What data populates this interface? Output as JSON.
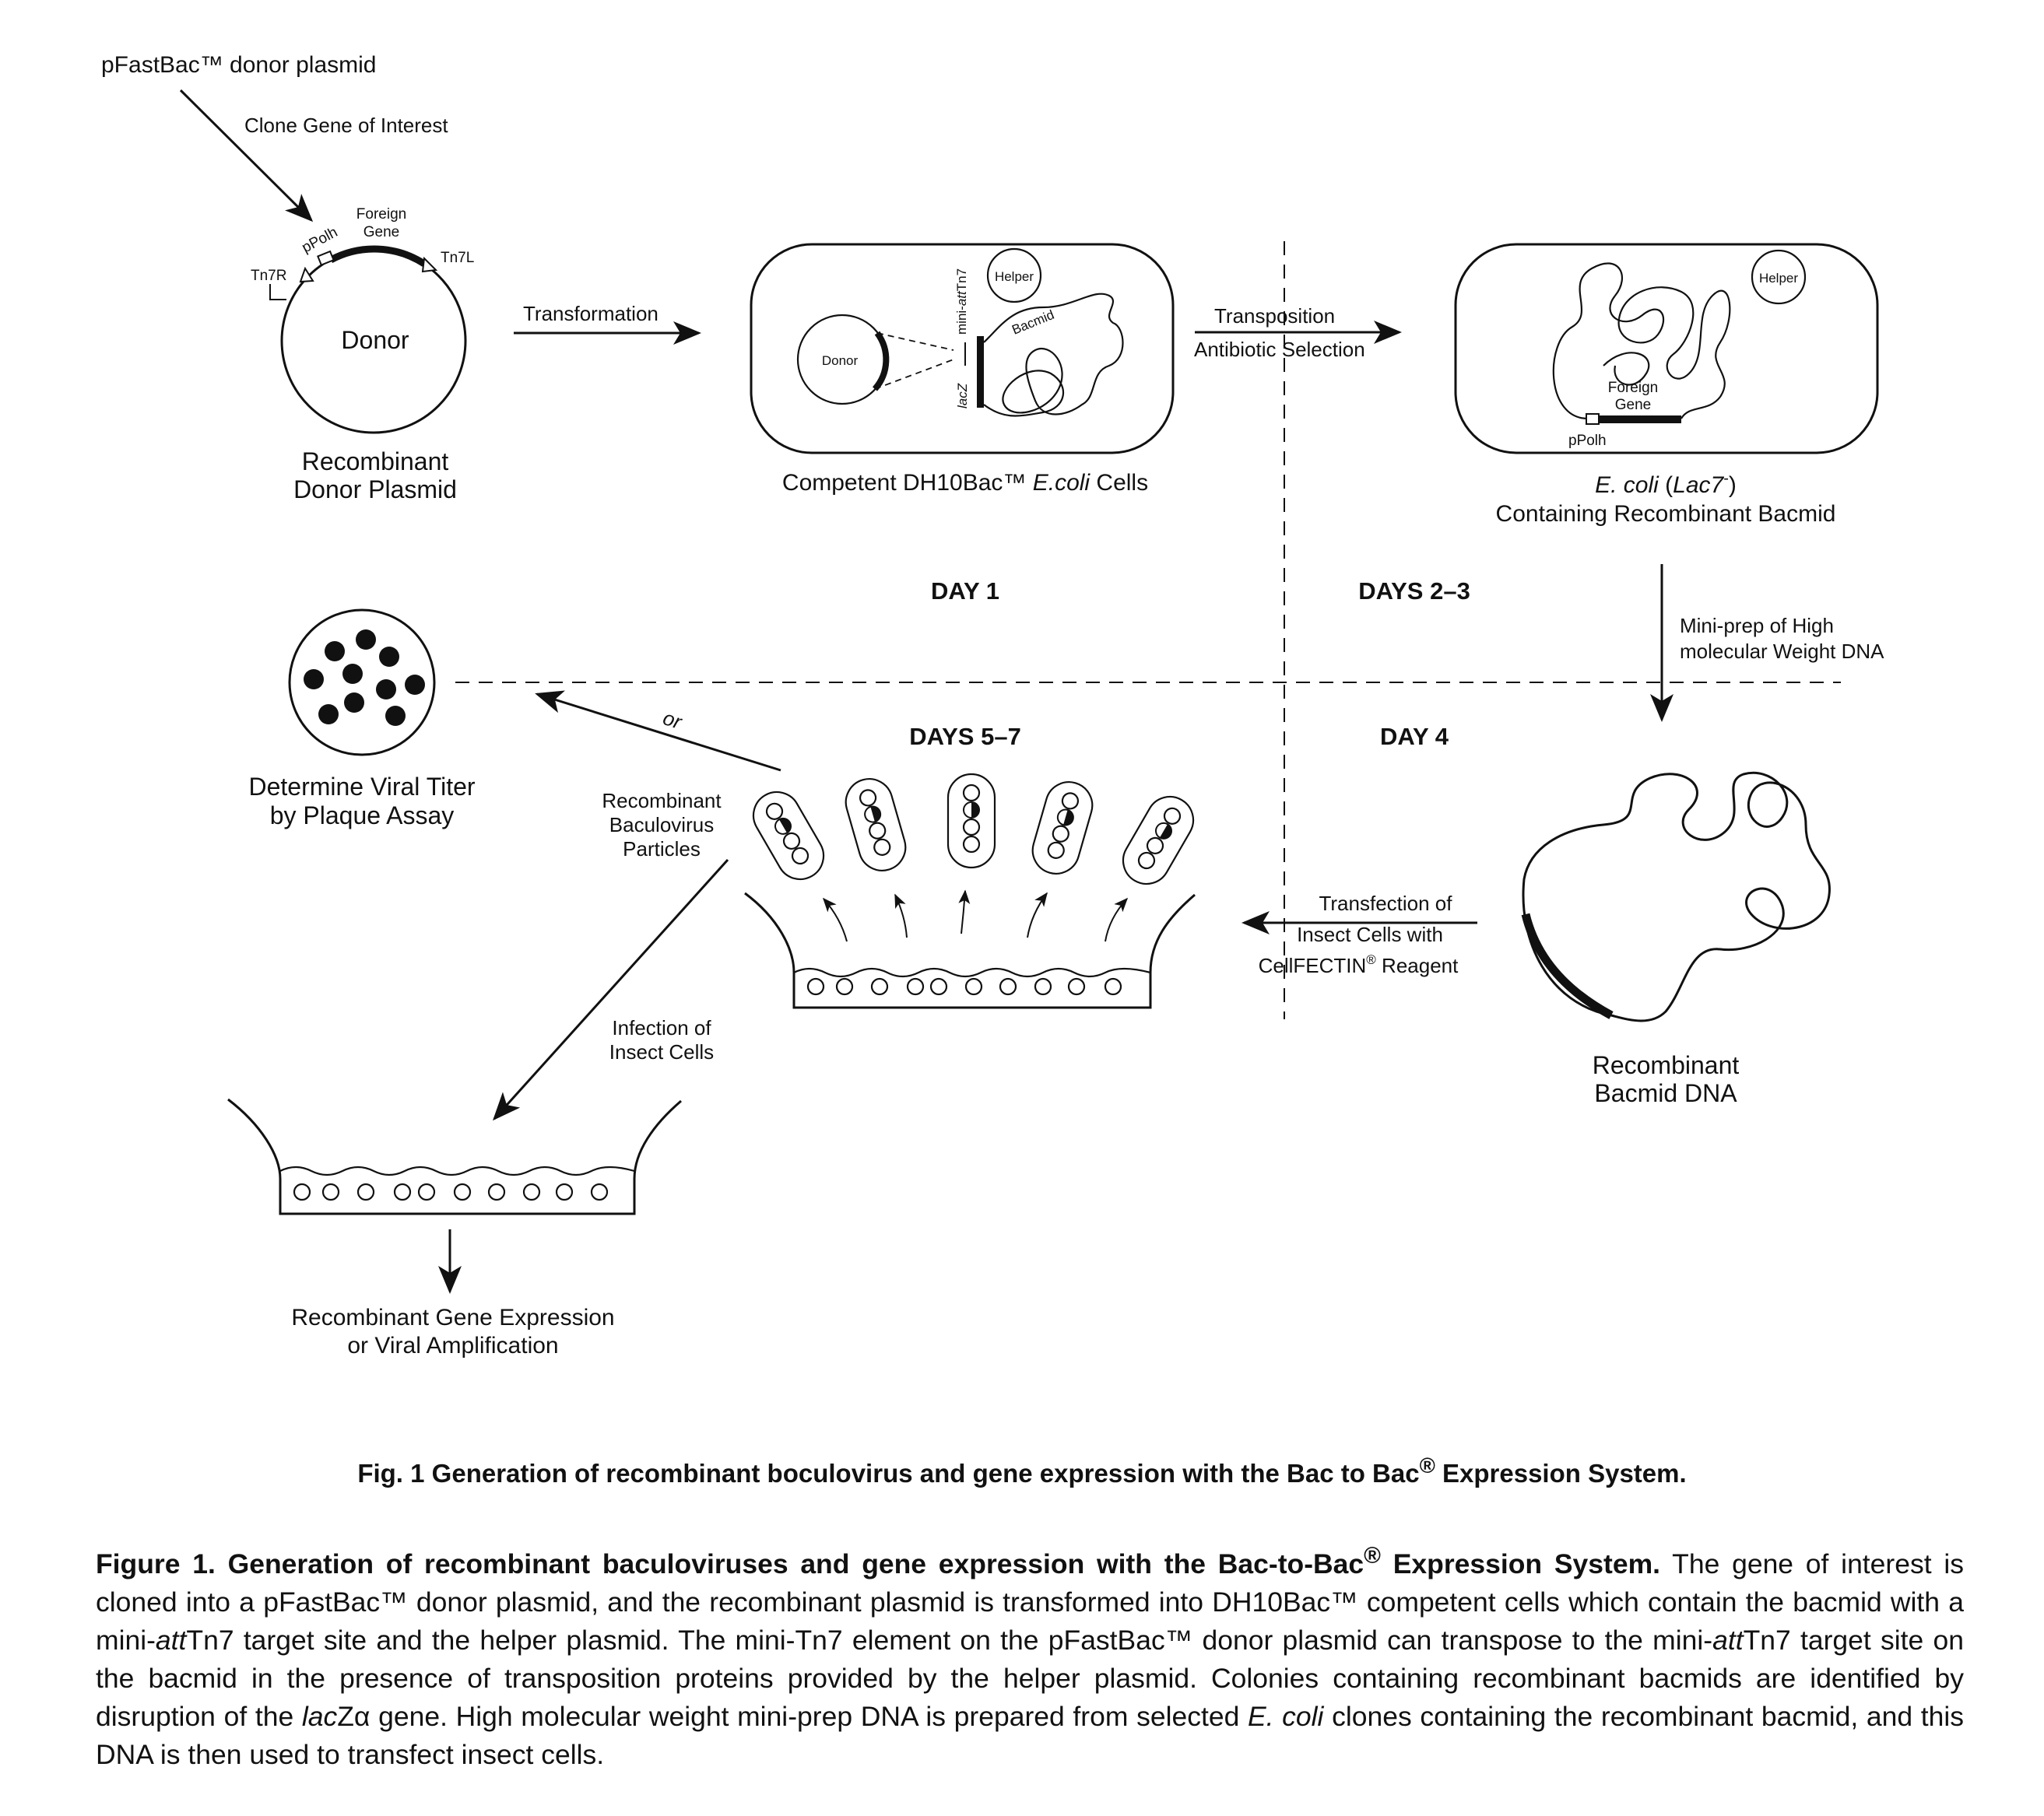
{
  "labels": {
    "donor_plasmid_title": "pFastBac™ donor plasmid",
    "clone_gene": "Clone Gene of Interest",
    "foreign_gene_1": "Foreign",
    "foreign_gene_2": "Gene",
    "ppolh": "pPolh",
    "tn7r": "Tn7R",
    "tn7l": "Tn7L",
    "donor": "Donor",
    "recombinant_donor_1": "Recombinant",
    "recombinant_donor_2": "Donor Plasmid",
    "transformation": "Transformation",
    "donor_small": "Donor",
    "helper": "Helper",
    "mini_att_prefix": "mini-",
    "mini_att_italic": "att",
    "mini_att_suffix": "Tn7",
    "lacz": "lacZ",
    "bacmid": "Bacmid",
    "competent_1": "Competent DH10Bac™ ",
    "competent_italic": "E.coli",
    "competent_2": " Cells",
    "transposition": "Transposition",
    "antibiotic": "Antibiotic Selection",
    "helper_right": "Helper",
    "foreign_gene_r1": "Foreign",
    "foreign_gene_r2": "Gene",
    "ppolh_right": "pPolh",
    "ecoli_italic": "E. coli",
    "ecoli_paren_open": " (",
    "ecoli_lac_italic": "Lac7",
    "ecoli_sup": "-",
    "ecoli_paren_close": ")",
    "containing": "Containing Recombinant Bacmid",
    "day1": "DAY 1",
    "days23": "DAYS 2–3",
    "miniprep_1": "Mini-prep of High",
    "miniprep_2": "molecular Weight DNA",
    "days57": "DAYS 5–7",
    "day4": "DAY 4",
    "or": "or",
    "viral_titer_1": "Determine Viral Titer",
    "viral_titer_2": "by Plaque Assay",
    "particles_1": "Recombinant",
    "particles_2": "Baculovirus",
    "particles_3": "Particles",
    "transfection_1": "Transfection of",
    "transfection_2": "Insect Cells with",
    "transfection_3_pre": "CellFECTIN",
    "transfection_3_sup": "®",
    "transfection_3_post": " Reagent",
    "infection_1": "Infection of",
    "infection_2": "Insect Cells",
    "bacmid_dna_1": "Recombinant",
    "bacmid_dna_2": "Bacmid DNA",
    "expression_1": "Recombinant Gene Expression",
    "expression_2": "or Viral Amplification"
  },
  "figure_title": {
    "pre": "Fig. 1 Generation of recombinant boculovirus and gene expression with the Bac to Bac",
    "sup": "®",
    "post": " Expression System."
  },
  "caption": {
    "bold_pre": "Figure 1. Generation of recombinant baculoviruses and gene expression with the Bac-to-Bac",
    "bold_sup": "®",
    "bold_post": " Expression System.",
    "t1": " The gene of interest is cloned into a ",
    "t2": "pFastBac™",
    "t3": " donor plasmid, and the recombinant plasmid is transformed into DH10Bac™ competent cells which contain the bacmid with a mini-",
    "t4": "att",
    "t5": "Tn7 target site and the helper plasmid. The mini-Tn7 element on the ",
    "t6": "pFastBac™",
    "t7": " donor plasmid can transpose to the mini-",
    "t8": "att",
    "t9": "Tn7 target site on the bacmid in the presence of transposition proteins provided by the helper plasmid. Colonies containing recombinant bacmids are identified by disruption of the ",
    "t10": "lac",
    "t11": "Zα",
    "t12": " gene. High molecular weight mini-prep DNA is prepared from selected ",
    "t13": "E. coli",
    "t14": " clones containing the recombinant bacmid, and this DNA is then used to transfect insect cells."
  }
}
